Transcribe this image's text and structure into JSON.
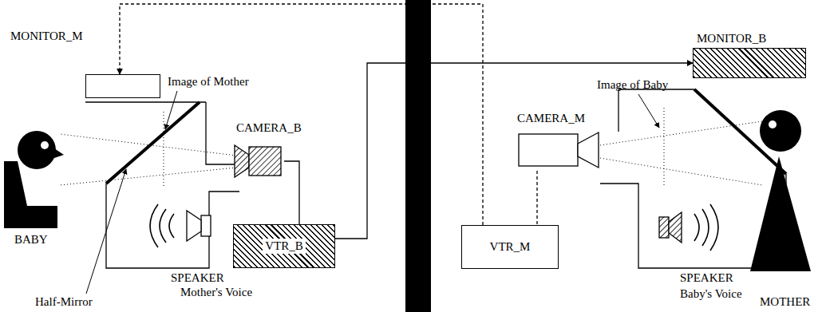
{
  "diagram": {
    "nodes": [
      {
        "text": [
          "MONITOR_M"
        ]
      },
      {
        "text": [
          "CAMERA_B"
        ]
      },
      {
        "text": [
          "VTR_B"
        ]
      },
      {
        "text": [
          "MONITOR_B"
        ]
      },
      {
        "text": [
          "CAMERA_M"
        ]
      },
      {
        "text": [
          "VTR_M"
        ]
      }
    ],
    "edges": [
      {
        "from": 1,
        "to": 2,
        "arrow": "none"
      },
      {
        "from": 2,
        "to": 3,
        "arrow": "to"
      },
      {
        "from": 4,
        "to": 5,
        "arrow": "none"
      },
      {
        "from": 5,
        "to": 0,
        "arrow": "to"
      }
    ],
    "labels": [
      "Image of Mother",
      "Image of Baby",
      "BABY",
      "SPEAKER",
      "Mother's Voice",
      "Half-Mirror",
      "SPEAKER",
      "Baby's Voice",
      "MOTHER"
    ]
  }
}
